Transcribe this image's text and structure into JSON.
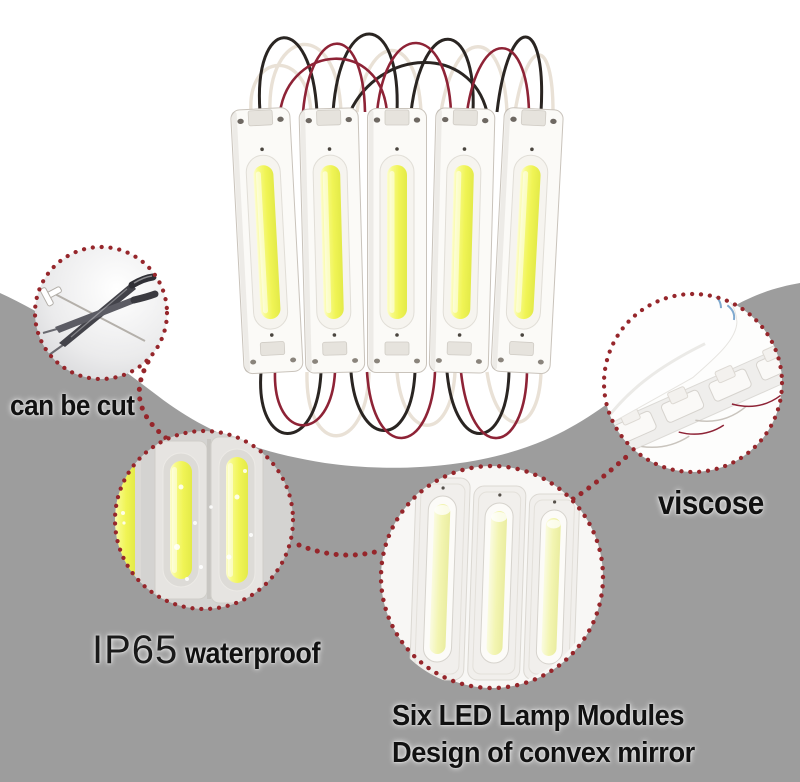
{
  "colors": {
    "bg_gray": "#9d9d9d",
    "dot_red": "#96262b",
    "led_yellow": "#f0f455",
    "wire_red": "#8e2336",
    "wire_black": "#2a2522",
    "wire_white": "#e9e1d6",
    "text_black": "#111111"
  },
  "photo": {
    "module_count": 5
  },
  "callouts": {
    "cut": {
      "label": "can be cut"
    },
    "viscose": {
      "label": "viscose"
    },
    "ip65": {
      "rating": "IP65",
      "label": "waterproof"
    },
    "six": {
      "line1": "Six LED Lamp Modules",
      "line2": "Design of convex mirror"
    }
  }
}
